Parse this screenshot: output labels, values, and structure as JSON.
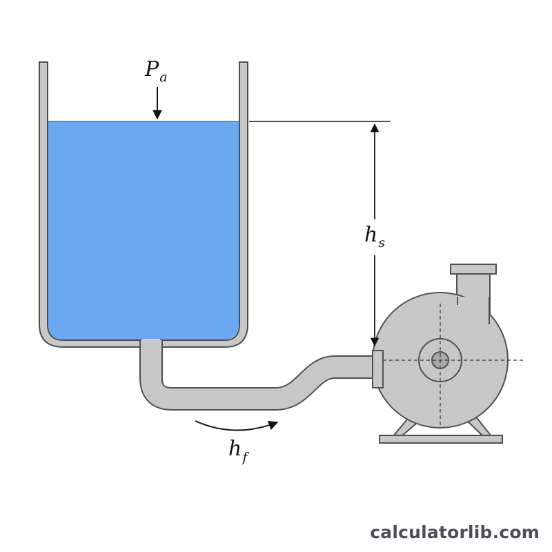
{
  "labels": {
    "pa_main": "P",
    "pa_sub": "a",
    "hs_main": "h",
    "hs_sub": "s",
    "hf_main": "h",
    "hf_sub": "f"
  },
  "watermark": "calculatorlib.com",
  "colors": {
    "water": "#6aa8f2",
    "metal": "#c8c8c8",
    "outline": "#505050",
    "line": "#111111"
  }
}
